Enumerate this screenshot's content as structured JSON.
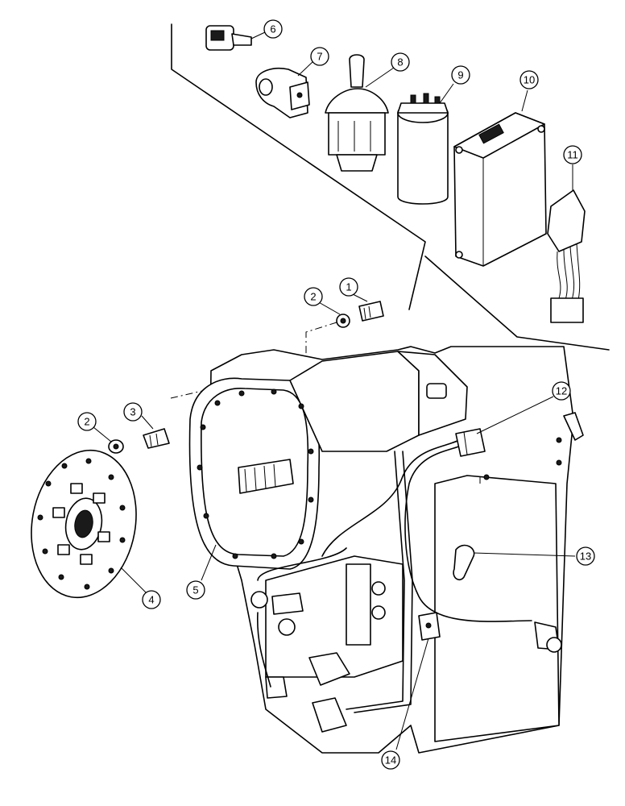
{
  "callouts": [
    {
      "id": "c1",
      "label": "1"
    },
    {
      "id": "c2a",
      "label": "2"
    },
    {
      "id": "c2b",
      "label": "2"
    },
    {
      "id": "c3",
      "label": "3"
    },
    {
      "id": "c4",
      "label": "4"
    },
    {
      "id": "c5",
      "label": "5"
    },
    {
      "id": "c6",
      "label": "6"
    },
    {
      "id": "c7",
      "label": "7"
    },
    {
      "id": "c8",
      "label": "8"
    },
    {
      "id": "c9",
      "label": "9"
    },
    {
      "id": "c10",
      "label": "10"
    },
    {
      "id": "c11",
      "label": "11"
    },
    {
      "id": "c12",
      "label": "12"
    },
    {
      "id": "c13",
      "label": "13"
    },
    {
      "id": "c14",
      "label": "14"
    }
  ]
}
